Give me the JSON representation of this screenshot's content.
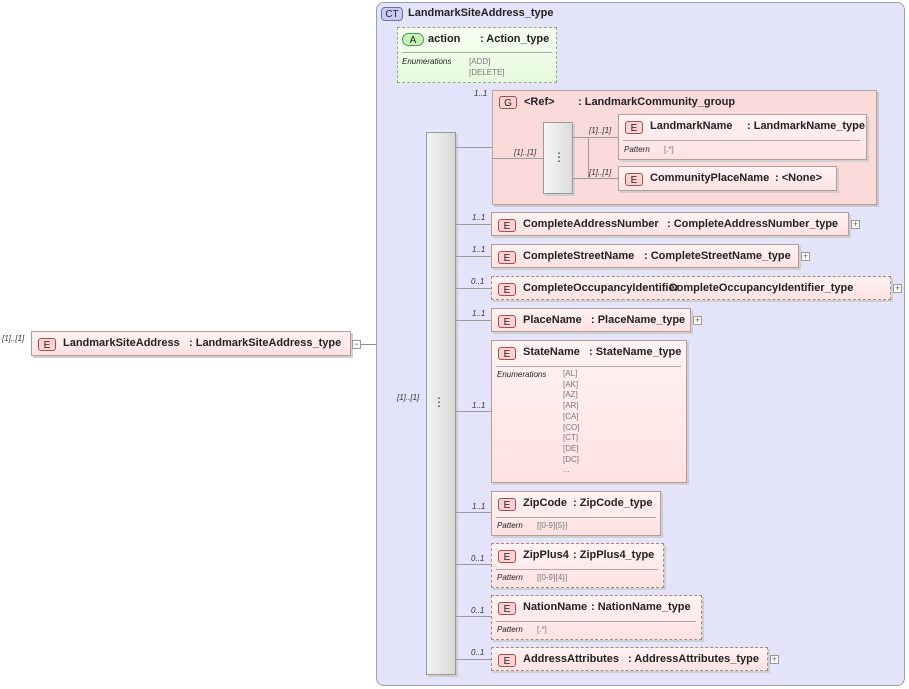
{
  "complex_type": {
    "badge": "CT",
    "name": "LandmarkSiteAddress_type"
  },
  "attribute": {
    "badge": "A",
    "name": "action",
    "type": ": Action_type",
    "facet_label": "Enumerations",
    "values": "[ADD]\n[DELETE]"
  },
  "group": {
    "badge": "G",
    "name": "<Ref>",
    "type": ": LandmarkCommunity_group",
    "cardinality": "1..1",
    "seq_cardinality": "[1]..[1]"
  },
  "group_elements": [
    {
      "badge": "E",
      "name": "LandmarkName",
      "type": ": LandmarkName_type",
      "cardinality": "[1]..[1]",
      "facet_label": "Pattern",
      "facet_value": "[.*]"
    },
    {
      "badge": "E",
      "name": "CommunityPlaceName",
      "type": ": <None>",
      "cardinality": "[1]..[1]"
    }
  ],
  "root": {
    "badge": "E",
    "name": "LandmarkSiteAddress",
    "type": ": LandmarkSiteAddress_type",
    "cardinality": "[1]..[1]",
    "collapse_symbol": "−"
  },
  "sequence_cardinality": "[1]..[1]",
  "elements": [
    {
      "badge": "E",
      "name": "CompleteAddressNumber",
      "type": ": CompleteAddressNumber_type",
      "cardinality": "1..1",
      "expand": "+"
    },
    {
      "badge": "E",
      "name": "CompleteStreetName",
      "type": ": CompleteStreetName_type",
      "cardinality": "1..1",
      "expand": "+"
    },
    {
      "badge": "E",
      "name": "CompleteOccupancyIdentifier",
      "type": ": CompleteOccupancyIdentifier_type",
      "cardinality": "0..1",
      "expand": "+"
    },
    {
      "badge": "E",
      "name": "PlaceName",
      "type": ": PlaceName_type",
      "cardinality": "1..1",
      "expand": "+"
    },
    {
      "badge": "E",
      "name": "StateName",
      "type": ": StateName_type",
      "cardinality": "1..1",
      "facet_label": "Enumerations",
      "facet_value": "[AL]\n[AK]\n[AZ]\n[AR]\n[CA]\n[CO]\n[CT]\n[DE]\n[DC]\n..."
    },
    {
      "badge": "E",
      "name": "ZipCode",
      "type": ": ZipCode_type",
      "cardinality": "1..1",
      "facet_label": "Pattern",
      "facet_value": "[[0-9]{5}]"
    },
    {
      "badge": "E",
      "name": "ZipPlus4",
      "type": ": ZipPlus4_type",
      "cardinality": "0..1",
      "facet_label": "Pattern",
      "facet_value": "[[0-9]{4}]"
    },
    {
      "badge": "E",
      "name": "NationName",
      "type": ": NationName_type",
      "cardinality": "0..1",
      "facet_label": "Pattern",
      "facet_value": "[.*]"
    },
    {
      "badge": "E",
      "name": "AddressAttributes",
      "type": ": AddressAttributes_type",
      "cardinality": "0..1",
      "expand": "+"
    }
  ]
}
